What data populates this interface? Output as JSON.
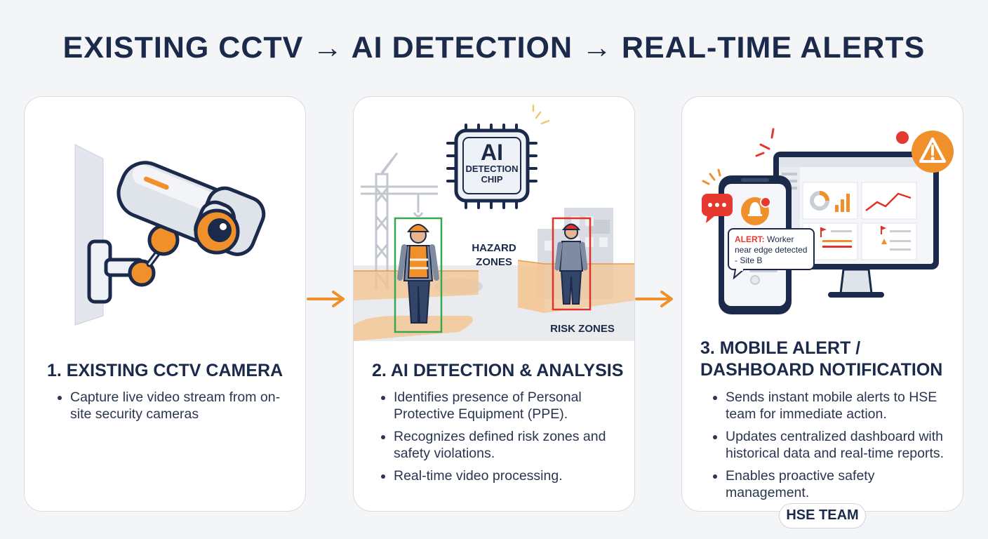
{
  "header": {
    "title": "EXISTING CCTV → AI DETECTION → REAL-TIME ALERTS"
  },
  "steps": [
    {
      "heading": "1. EXISTING CCTV CAMERA",
      "bullets": [
        "Capture live video stream from on-site security cameras"
      ]
    },
    {
      "heading": "2. AI DETECTION & ANALYSIS",
      "bullets": [
        "Identifies presence of Personal Protective Equipment (PPE).",
        "Recognizes defined risk zones and safety violations.",
        "Real-time video processing."
      ],
      "chip_line1": "AI",
      "chip_line2": "DETECTION",
      "chip_line3": "CHIP",
      "hazard_line1": "HAZARD",
      "hazard_line2": "ZONES",
      "risk_label": "RISK ZONES"
    },
    {
      "heading": "3. MOBILE ALERT / DASHBOARD NOTIFICATION",
      "bullets": [
        "Sends instant mobile alerts to HSE team for immediate action.",
        "Updates centralized dashboard with historical data and real-time reports.",
        "Enables proactive safety management."
      ],
      "alert_prefix": "ALERT:",
      "alert_line1": " Worker",
      "alert_line2": "near edge detected",
      "alert_line3": "- Site B",
      "badge": "HSE TEAM"
    }
  ],
  "colors": {
    "navy": "#1b2a4a",
    "orange": "#f0902a",
    "alert_red": "#e5392f",
    "detect_green": "#36a852",
    "detect_red": "#e0312b",
    "zone_orange": "#f4c48f"
  },
  "icons": [
    "cctv-camera-icon",
    "ai-chip-icon",
    "crane-icon",
    "worker-icon",
    "smartphone-icon",
    "monitor-icon",
    "warning-icon",
    "bell-icon",
    "chat-icon",
    "arrow-right-icon"
  ]
}
